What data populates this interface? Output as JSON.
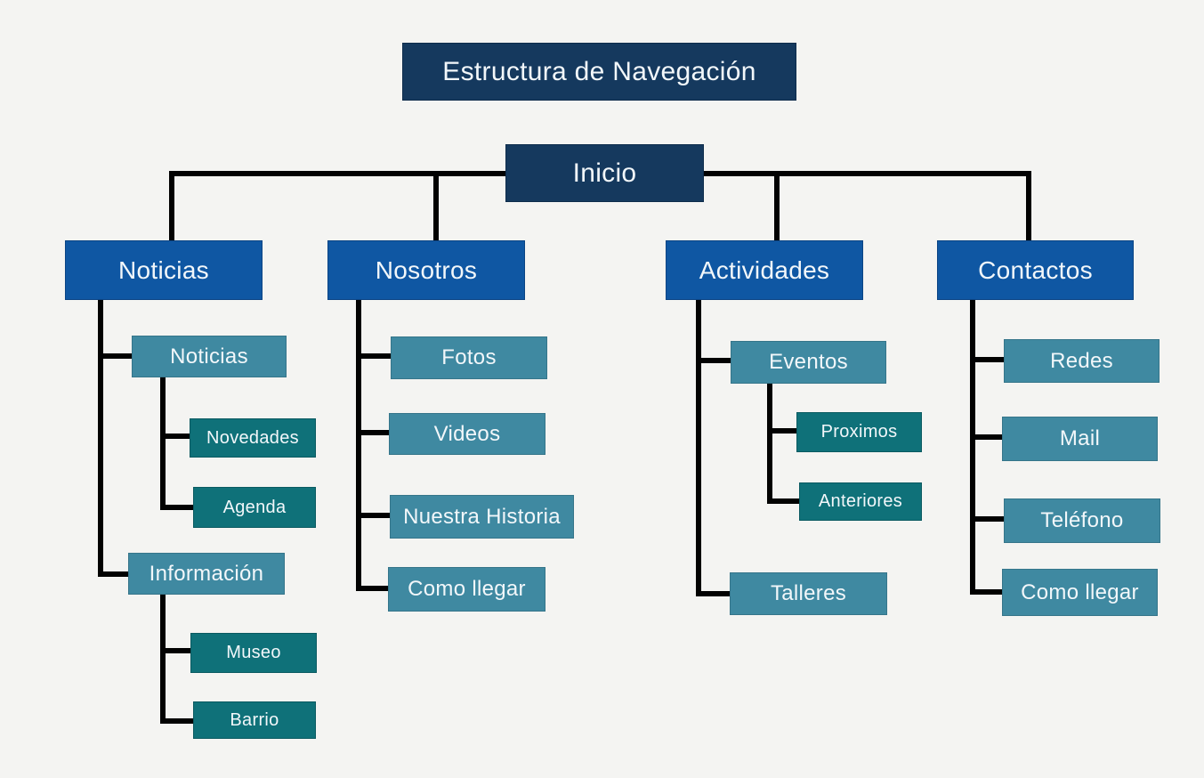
{
  "title": "Estructura de Navegación",
  "palette": {
    "background": "#f4f4f2",
    "navy": "#15395e",
    "blue": "#0f57a3",
    "teal": "#3f89a1",
    "dark_teal": "#0f7179",
    "line": "#020202",
    "text": "#f2f7fa"
  },
  "tree": {
    "root": {
      "label": "Inicio"
    },
    "branches": [
      {
        "label": "Noticias",
        "children": [
          {
            "label": "Noticias",
            "children": [
              {
                "label": "Novedades"
              },
              {
                "label": "Agenda"
              }
            ]
          },
          {
            "label": "Información",
            "children": [
              {
                "label": "Museo"
              },
              {
                "label": "Barrio"
              }
            ]
          }
        ]
      },
      {
        "label": "Nosotros",
        "children": [
          {
            "label": "Fotos"
          },
          {
            "label": "Videos"
          },
          {
            "label": "Nuestra Historia"
          },
          {
            "label": "Como llegar"
          }
        ]
      },
      {
        "label": "Actividades",
        "children": [
          {
            "label": "Eventos",
            "children": [
              {
                "label": "Proximos"
              },
              {
                "label": "Anteriores"
              }
            ]
          },
          {
            "label": "Talleres"
          }
        ]
      },
      {
        "label": "Contactos",
        "children": [
          {
            "label": "Redes"
          },
          {
            "label": "Mail"
          },
          {
            "label": "Teléfono"
          },
          {
            "label": "Como llegar"
          }
        ]
      }
    ]
  }
}
